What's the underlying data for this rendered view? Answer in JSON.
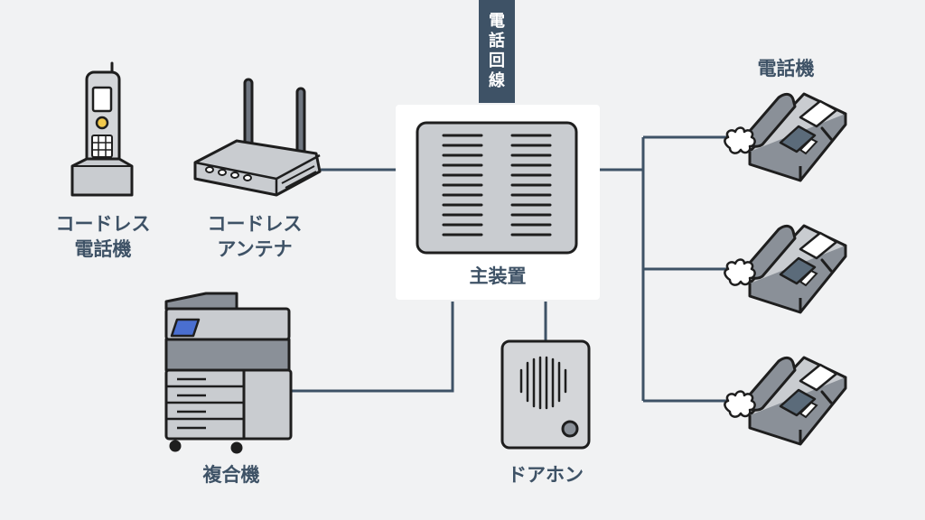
{
  "phone_line": {
    "chars": [
      "電",
      "話",
      "回",
      "線"
    ]
  },
  "main_unit": {
    "label": "主装置"
  },
  "cordless_phone": {
    "lines": [
      "コードレス",
      "電話機"
    ]
  },
  "cordless_antenna": {
    "lines": [
      "コードレス",
      "アンテナ"
    ]
  },
  "multifunction_printer": {
    "label": "複合機"
  },
  "door_phone": {
    "label": "ドアホン"
  },
  "telephones": {
    "label": "電話機",
    "count": 3
  },
  "colors": {
    "background": "#f1f2f3",
    "connector": "#3e5266",
    "device_fill": "#c9ccd0",
    "device_dark": "#8a9098",
    "outline": "#1e1e1e",
    "screen": "#4a6fd0"
  }
}
